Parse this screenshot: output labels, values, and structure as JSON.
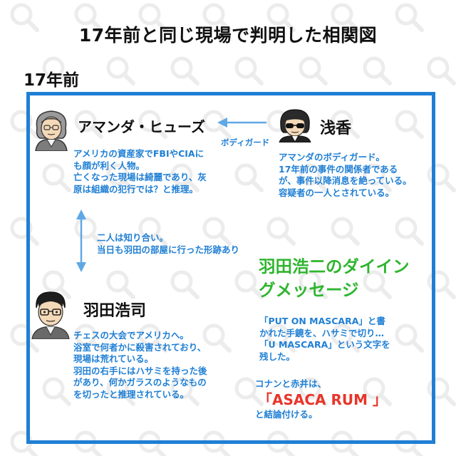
{
  "title": "17年前と同じ現場で判明した相関図",
  "section_title": "17年前",
  "characters": {
    "amanda": {
      "name": "アマンダ・ヒューズ",
      "description": [
        "アメリカの資産家でFBIやCIAに",
        "も顔が利く人物。",
        "亡くなった現場は綺麗であり、灰",
        "原は組織の犯行では？と推理。"
      ]
    },
    "asaka": {
      "name": "浅香",
      "description": [
        "アマンダのボディガード。",
        "17年前の事件の関係者である",
        "が、事件以降消息を絶っている。",
        "容疑者の一人とされている。"
      ]
    },
    "haneda": {
      "name": "羽田浩司",
      "description": [
        "チェスの大会でアメリカへ。",
        "浴室で何者かに殺害されており、",
        "現場は荒れている。",
        "羽田の右手にはハサミを持った後",
        "があり、何かガラスのようなもの",
        "を切ったと推理されている。"
      ]
    }
  },
  "relations": {
    "bodyguard_label": "ボディガード",
    "acquaintance_label": [
      "二人は知り合い。",
      "当日も羽田の部屋に行った形跡あり"
    ]
  },
  "dying_message": {
    "heading": "羽田浩二のダイイングメッセージ",
    "text": [
      "「PUT ON MASCARA」と書",
      "かれた手鏡を、ハサミで切り…",
      "「U MASCARA」という文字を",
      "残した。"
    ],
    "conclusion_pre": "コナンと赤井は、",
    "answer": "「ASACA RUM 」",
    "conclusion_post": "と結論付ける。"
  },
  "colors": {
    "frame": "#1f7fd4",
    "description_text": "#1f7fd4",
    "dying_message_heading": "#2fb52f",
    "answer": "#e8352b"
  }
}
